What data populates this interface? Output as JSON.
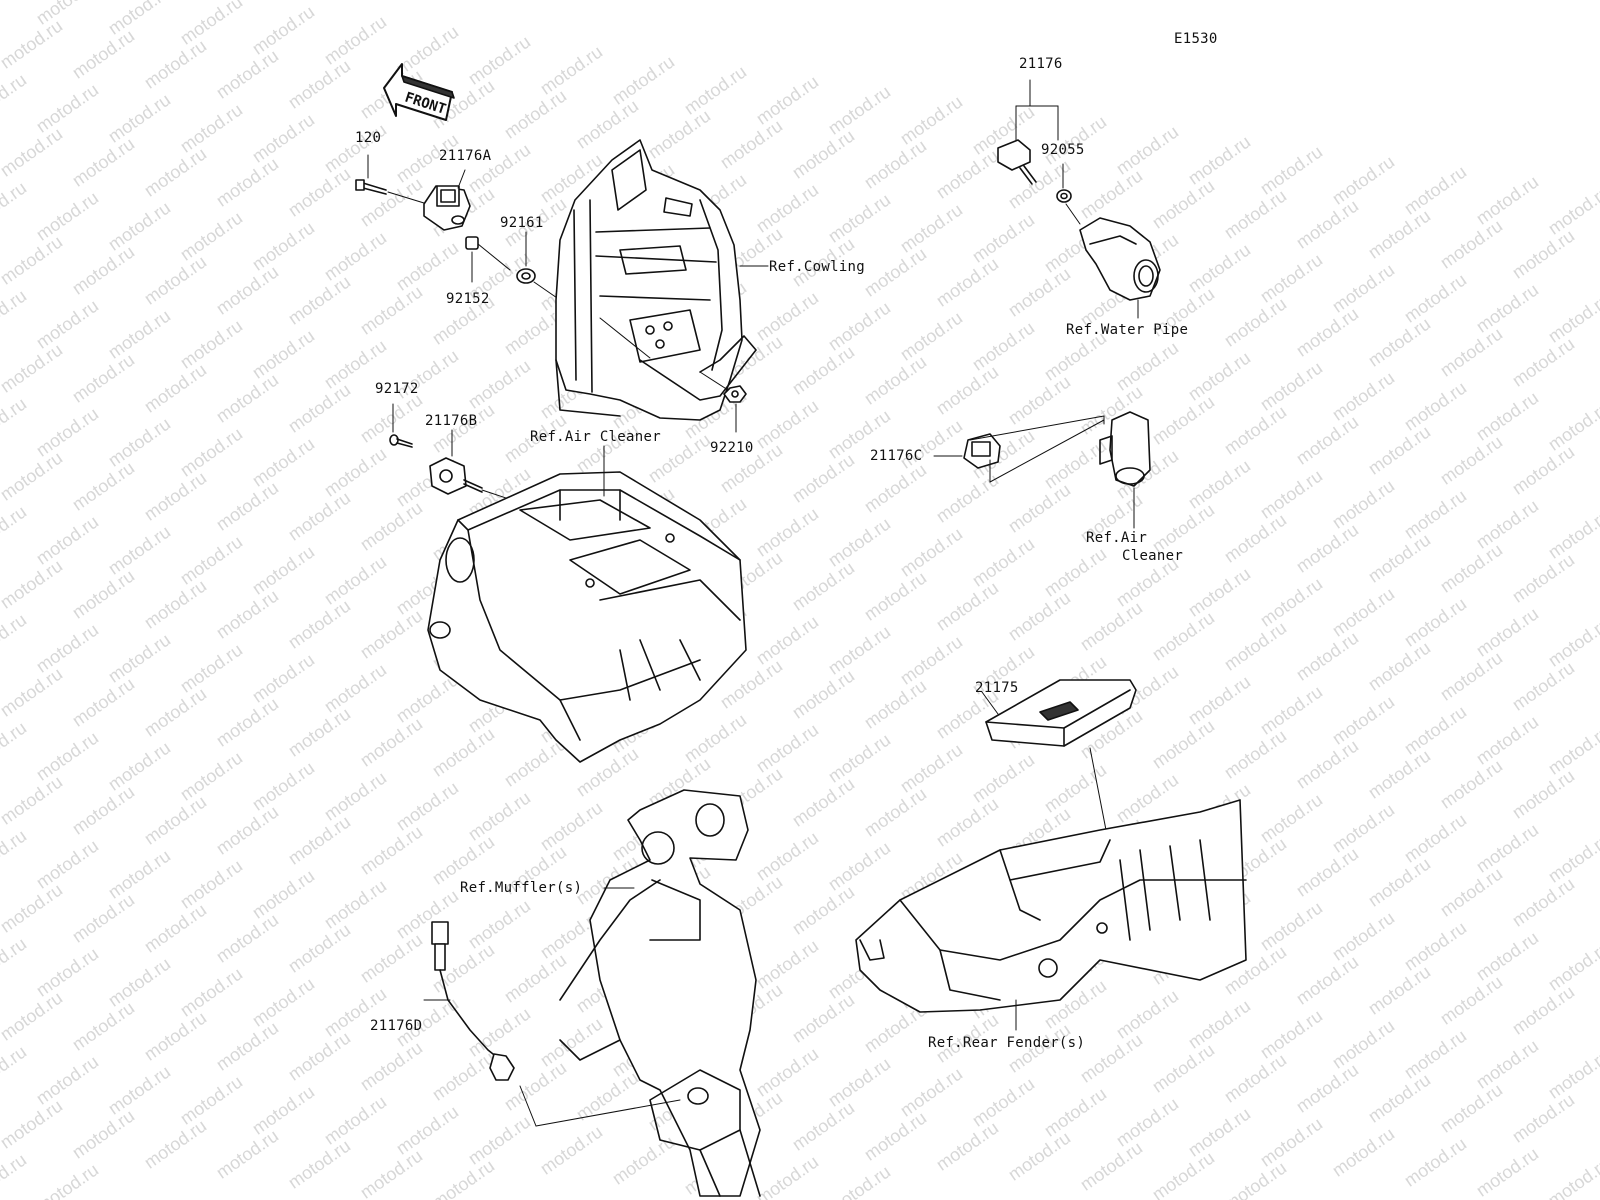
{
  "diagram_code": "E1530",
  "front_badge": "FRONT",
  "watermark": "motod.ru",
  "parts": {
    "p120": "120",
    "p21176A": "21176A",
    "p92161": "92161",
    "p92152": "92152",
    "p92172": "92172",
    "p21176B": "21176B",
    "p92210": "92210",
    "p21176": "21176",
    "p92055": "92055",
    "p21176C": "21176C",
    "p21175": "21175",
    "p21176D": "21176D"
  },
  "refs": {
    "cowling": "Ref.Cowling",
    "air_cleaner_top": "Ref.Air Cleaner",
    "water_pipe": "Ref.Water Pipe",
    "air_cleaner_right_1": "Ref.Air",
    "air_cleaner_right_2": "Cleaner",
    "mufflers": "Ref.Muffler(s)",
    "rear_fender": "Ref.Rear Fender(s)"
  }
}
